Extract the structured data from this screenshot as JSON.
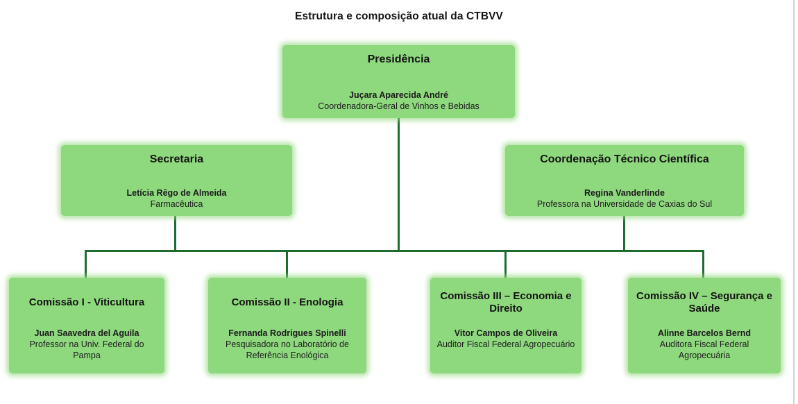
{
  "page_title": "Estrutura e composição atual da CTBVV",
  "colors": {
    "node_fill": "#8ed87e",
    "node_glow": "#94d780",
    "connector": "#1e6b30",
    "text": "#1b1b1b",
    "page_edge": "#d2d2d2"
  },
  "org": {
    "root": {
      "title": "Presidência",
      "person": "Juçara Aparecida André",
      "role": "Coordenadora-Geral de Vinhos e Bebidas"
    },
    "secretaria": {
      "title": "Secretaria",
      "person": "Letícia Rêgo de Almeida",
      "role": "Farmacêutica"
    },
    "coordenacao": {
      "title": "Coordenação Técnico Científica",
      "person": "Regina Vanderlinde",
      "role": "Professora na Universidade de Caxias do Sul"
    },
    "comissoes": [
      {
        "title": "Comissão I - Viticultura",
        "person": "Juan Saavedra del Aguila",
        "role": "Professor na Univ. Federal do Pampa"
      },
      {
        "title": "Comissão II - Enologia",
        "person": "Fernanda Rodrigues Spinelli",
        "role": "Pesquisadora no Laboratório de Referência Enológica"
      },
      {
        "title": "Comissão III – Economia e Direito",
        "person": "Vitor Campos de Oliveira",
        "role": "Auditor Fiscal Federal Agropecuário"
      },
      {
        "title": "Comissão IV – Segurança e Saúde",
        "person": "Alinne Barcelos Bernd",
        "role": "Auditora Fiscal Federal Agropecuária"
      }
    ]
  }
}
